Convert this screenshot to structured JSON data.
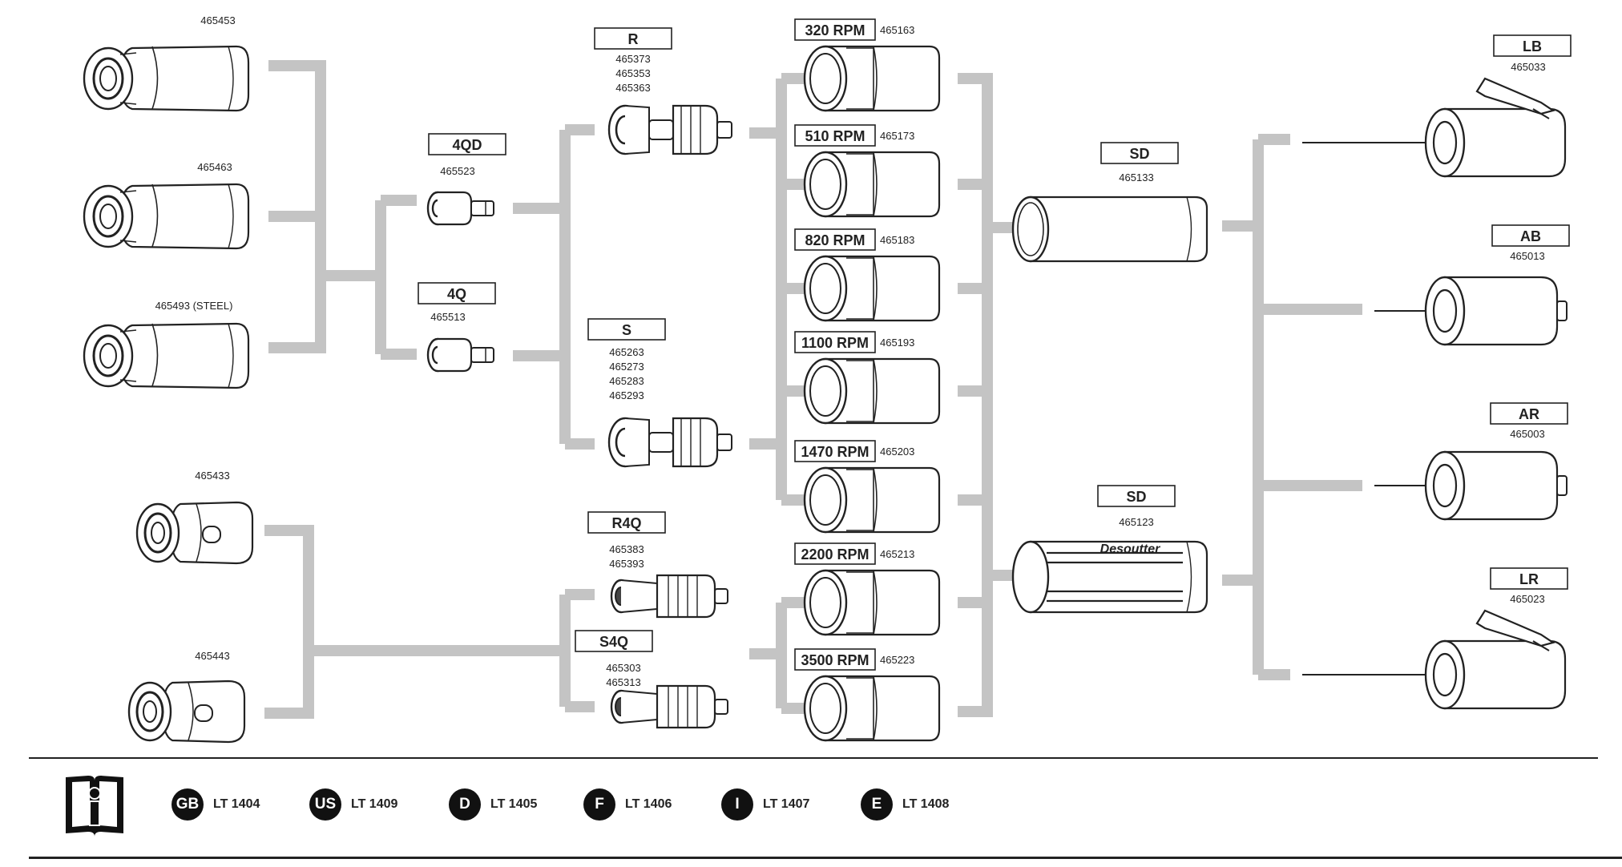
{
  "colors": {
    "connector": "#c4c4c4",
    "ink": "#222222",
    "background": "#ffffff"
  },
  "nose_caps": [
    {
      "part": "465453"
    },
    {
      "part": "465463"
    },
    {
      "part": "465493 (STEEL)"
    },
    {
      "part": "465433"
    },
    {
      "part": "465443"
    }
  ],
  "adapters": [
    {
      "label": "4QD",
      "parts": [
        "465523"
      ]
    },
    {
      "label": "4Q",
      "parts": [
        "465513"
      ]
    }
  ],
  "clutches": [
    {
      "label": "R",
      "parts": [
        "465373",
        "465353",
        "465363"
      ]
    },
    {
      "label": "S",
      "parts": [
        "465263",
        "465273",
        "465283",
        "465293"
      ]
    },
    {
      "label": "R4Q",
      "parts": [
        "465383",
        "465393"
      ]
    },
    {
      "label": "S4Q",
      "parts": [
        "465303",
        "465313"
      ]
    }
  ],
  "motors": [
    {
      "label": "320 RPM",
      "part": "465163"
    },
    {
      "label": "510 RPM",
      "part": "465173"
    },
    {
      "label": "820 RPM",
      "part": "465183"
    },
    {
      "label": "1100 RPM",
      "part": "465193"
    },
    {
      "label": "1470 RPM",
      "part": "465203"
    },
    {
      "label": "2200 RPM",
      "part": "465213"
    },
    {
      "label": "3500 RPM",
      "part": "465223"
    }
  ],
  "housings": [
    {
      "label": "SD",
      "part": "465133",
      "brand_text": "Desoutter"
    },
    {
      "label": "SD",
      "part": "465123"
    }
  ],
  "handles": [
    {
      "label": "LB",
      "part": "465033"
    },
    {
      "label": "AB",
      "part": "465013"
    },
    {
      "label": "AR",
      "part": "465003"
    },
    {
      "label": "LR",
      "part": "465023"
    }
  ],
  "manual_icon": "manual-book-info-icon",
  "languages": [
    {
      "code": "GB",
      "doc": "LT 1404"
    },
    {
      "code": "US",
      "doc": "LT 1409"
    },
    {
      "code": "D",
      "doc": "LT 1405"
    },
    {
      "code": "F",
      "doc": "LT 1406"
    },
    {
      "code": "I",
      "doc": "LT 1407"
    },
    {
      "code": "E",
      "doc": "LT 1408"
    }
  ]
}
